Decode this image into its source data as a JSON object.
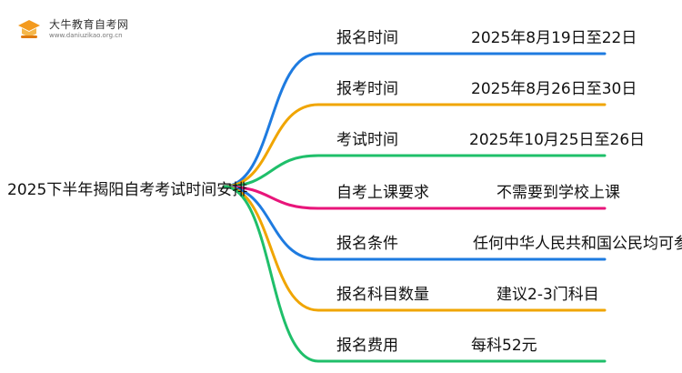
{
  "logo": {
    "name": "大牛教育自考网",
    "url": "www.daniuzikao.org.cn",
    "icon": "book-pencil-icon"
  },
  "root": "2025下半年揭阳自考考试时间安排",
  "branches": [
    {
      "label": "报名时间",
      "value": "2025年8月19日至22日",
      "color": "#1e7be0"
    },
    {
      "label": "报考时间",
      "value": "2025年8月26日至30日",
      "color": "#f0a500"
    },
    {
      "label": "考试时间",
      "value": "2025年10月25日至26日",
      "color": "#1fbf6a"
    },
    {
      "label": "自考上课要求",
      "value": "不需要到学校上课",
      "color": "#e8157a"
    },
    {
      "label": "报名条件",
      "value": "任何中华人民共和国公民均可参加",
      "color": "#1e7be0"
    },
    {
      "label": "报名科目数量",
      "value": "建议2-3门科目",
      "color": "#f0a500"
    },
    {
      "label": "报名费用",
      "value": "每科52元",
      "color": "#1fbf6a"
    }
  ]
}
